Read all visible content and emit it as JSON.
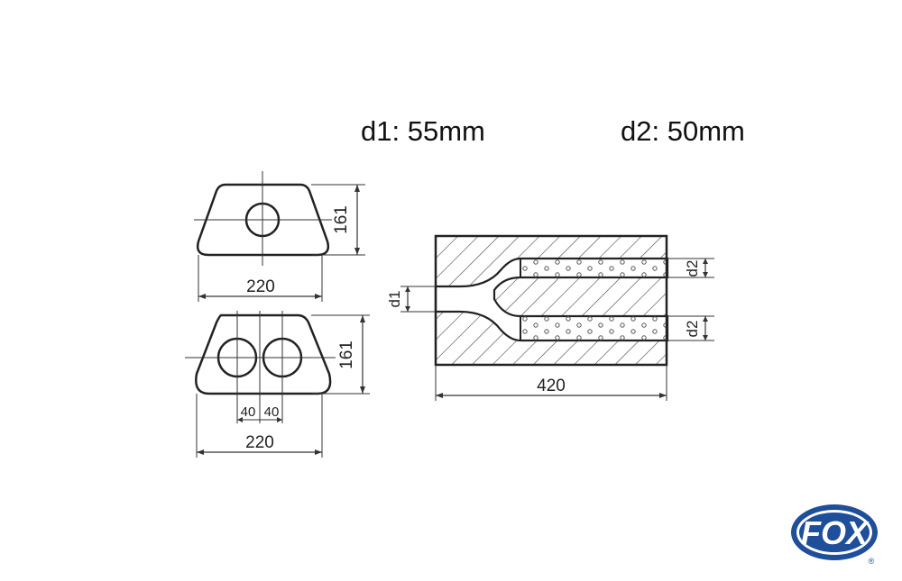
{
  "specs": {
    "d1": "d1: 55mm",
    "d2": "d2: 50mm"
  },
  "front_view_single": {
    "width_label": "220",
    "height_label": "161"
  },
  "front_view_double": {
    "width_label": "220",
    "height_label": "161",
    "spacing_left": "40",
    "spacing_right": "40"
  },
  "side_view": {
    "length_label": "420",
    "inlet_label": "d1",
    "outlet_top_label": "d2",
    "outlet_bottom_label": "d2"
  },
  "logo": {
    "text": "FOX",
    "registered": "®",
    "color": "#1f4e9a"
  }
}
